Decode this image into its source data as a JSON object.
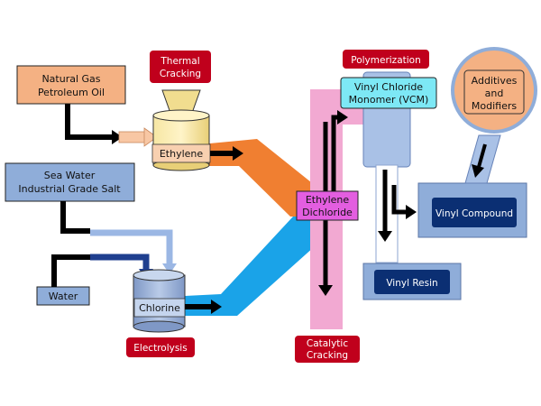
{
  "colors": {
    "orange_flow": "#f07f31",
    "blue_flow": "#1aa3e8",
    "pink_column": "#f2a9d2",
    "steel_blue": "#8fadd9",
    "dark_navy": "#0b2f73",
    "red_label": "#c0001c",
    "magenta_box": "#e35ee0",
    "cyan_box": "#7de8f5",
    "salmon_box": "#f4b183"
  },
  "sources": {
    "natural_gas": [
      "Natural Gas",
      "Petroleum Oil"
    ],
    "sea_water": [
      "Sea Water",
      "Industrial Grade Salt"
    ],
    "water": "Water"
  },
  "processes": {
    "thermal_cracking": [
      "Thermal",
      "Cracking"
    ],
    "electrolysis": "Electrolysis",
    "polymerization": "Polymerization",
    "catalytic_cracking": [
      "Catalytic",
      "Cracking"
    ]
  },
  "products": {
    "ethylene": "Ethylene",
    "chlorine": "Chlorine",
    "ethylene_dichloride": [
      "Ethylene",
      "Dichloride"
    ],
    "vcm": [
      "Vinyl Chloride",
      "Monomer (VCM)"
    ],
    "vinyl_compound": "Vinyl Compound",
    "vinyl_resin": "Vinyl Resin",
    "additives": [
      "Additives",
      "and",
      "Modifiers"
    ]
  }
}
